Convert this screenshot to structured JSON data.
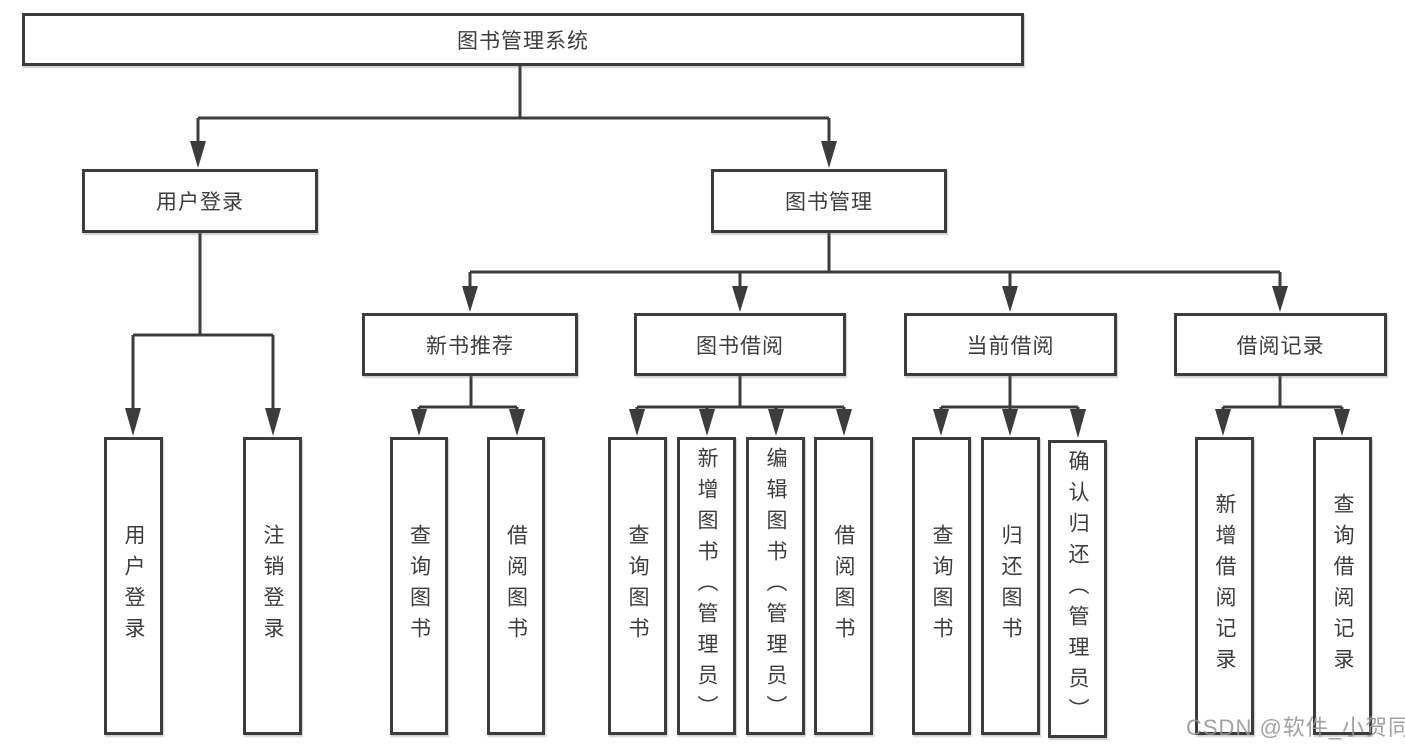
{
  "diagram": {
    "title": "图书管理系统",
    "tree": {
      "root": {
        "label": "图书管理系统"
      },
      "level2": [
        {
          "label": "用户登录",
          "children": [
            {
              "label": "用户登录"
            },
            {
              "label": "注销登录"
            }
          ]
        },
        {
          "label": "图书管理",
          "children": [
            {
              "label": "新书推荐",
              "children": [
                {
                  "label": "查询图书"
                },
                {
                  "label": "借阅图书"
                }
              ]
            },
            {
              "label": "图书借阅",
              "children": [
                {
                  "label": "查询图书"
                },
                {
                  "label": "新增图书（管理员）"
                },
                {
                  "label": "编辑图书（管理员）"
                },
                {
                  "label": "借阅图书"
                }
              ]
            },
            {
              "label": "当前借阅",
              "children": [
                {
                  "label": "查询图书"
                },
                {
                  "label": "归还图书"
                },
                {
                  "label": "确认归还（管理员）"
                }
              ]
            },
            {
              "label": "借阅记录",
              "children": [
                {
                  "label": "新增借阅记录"
                },
                {
                  "label": "查询借阅记录"
                }
              ]
            }
          ]
        }
      ]
    },
    "colors": {
      "box_border": "#3c3c3c",
      "text": "#3d3d3d",
      "connector": "#3c3c3c",
      "background": "#ffffff",
      "watermark": "#949494"
    }
  },
  "watermark": {
    "text": "CSDN @软件_小贺同学"
  }
}
